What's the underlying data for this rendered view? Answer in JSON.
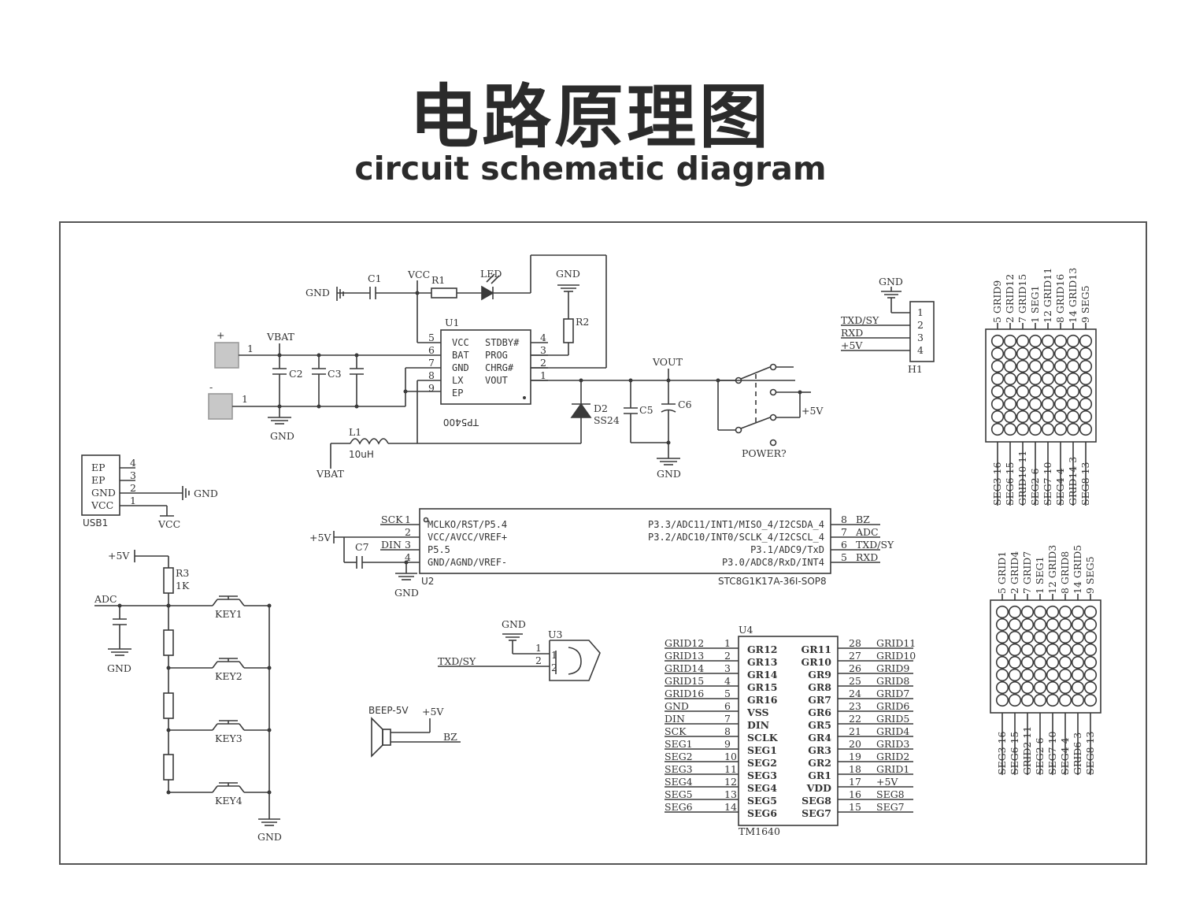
{
  "title": {
    "zh": "电路原理图",
    "en": "circuit schematic diagram"
  },
  "colors": {
    "ink": "#3a3a3a",
    "text": "#2b2b2b",
    "pad": "#c8c8c8"
  },
  "charger": {
    "gnd1": "GND",
    "c1": "C1",
    "vcc": "VCC",
    "r1": "R1",
    "led": "LED",
    "gnd2": "GND",
    "r2": "R2",
    "plus": "+",
    "minus": "-",
    "pin_plus": "1",
    "pin_minus": "1",
    "vbat": "VBAT",
    "c2": "C2",
    "c3": "C3",
    "gnd3": "GND",
    "u1": "U1",
    "u1_part": "TP5400",
    "u1_left_pins": [
      {
        "num": "5",
        "name": "VCC"
      },
      {
        "num": "6",
        "name": "BAT"
      },
      {
        "num": "7",
        "name": "GND"
      },
      {
        "num": "8",
        "name": "LX"
      },
      {
        "num": "9",
        "name": "EP"
      }
    ],
    "u1_right_pins": [
      {
        "num": "4",
        "name": "STDBY#"
      },
      {
        "num": "3",
        "name": "PROG"
      },
      {
        "num": "2",
        "name": "CHRG#"
      },
      {
        "num": "1",
        "name": "VOUT"
      }
    ],
    "l1": "L1",
    "l1_val": "10uH",
    "vbat2": "VBAT",
    "d2": "D2",
    "d2_part": "SS24",
    "vout": "VOUT",
    "c5": "C5",
    "c6": "C6",
    "gnd4": "GND",
    "power": "POWER?",
    "p5v": "+5V"
  },
  "usb": {
    "name": "USB1",
    "pins": [
      {
        "num": "4",
        "name": "EP"
      },
      {
        "num": "3",
        "name": "EP"
      },
      {
        "num": "2",
        "name": "GND"
      },
      {
        "num": "1",
        "name": "VCC"
      }
    ],
    "gnd": "GND",
    "vcc": "VCC"
  },
  "header": {
    "name": "H1",
    "gnd": "GND",
    "labels": [
      "TXD/SY",
      "RXD",
      "+5V"
    ],
    "pins": [
      "1",
      "2",
      "3",
      "4"
    ]
  },
  "mcu": {
    "name": "U2",
    "part": "STC8G1K17A-36I-SOP8",
    "p5v": "+5V",
    "c7": "C7",
    "gnd": "GND",
    "left_nets": [
      "SCK",
      "",
      "DIN",
      ""
    ],
    "left_pins": [
      {
        "num": "1",
        "name": "MCLKO/RST/P5.4"
      },
      {
        "num": "2",
        "name": "VCC/AVCC/VREF+"
      },
      {
        "num": "3",
        "name": "P5.5"
      },
      {
        "num": "4",
        "name": "GND/AGND/VREF-"
      }
    ],
    "right_pins": [
      {
        "num": "8",
        "name": "P3.3/ADC11/INT1/MISO_4/I2CSDA_4",
        "net": "BZ"
      },
      {
        "num": "7",
        "name": "P3.2/ADC10/INT0/SCLK_4/I2CSCL_4",
        "net": "ADC"
      },
      {
        "num": "6",
        "name": "P3.1/ADC9/TxD",
        "net": "TXD/SY"
      },
      {
        "num": "5",
        "name": "P3.0/ADC8/RxD/INT4",
        "net": "RXD"
      }
    ]
  },
  "keys": {
    "p5v": "+5V",
    "r3": "R3",
    "r3_val": "1K",
    "adc": "ADC",
    "gnd1": "GND",
    "gnd2": "GND",
    "labels": [
      "KEY1",
      "KEY2",
      "KEY3",
      "KEY4"
    ]
  },
  "ir": {
    "gnd": "GND",
    "name": "U3",
    "net": "TXD/SY",
    "pins": [
      "1",
      "2"
    ],
    "inner": [
      "1",
      "2"
    ]
  },
  "buzzer": {
    "label": "BEEP-5V",
    "p5v": "+5V",
    "net": "BZ"
  },
  "driver": {
    "name": "U4",
    "part": "TM1640",
    "left": [
      {
        "net": "GRID12",
        "num": "1",
        "pin": "GR12"
      },
      {
        "net": "GRID13",
        "num": "2",
        "pin": "GR13"
      },
      {
        "net": "GRID14",
        "num": "3",
        "pin": "GR14"
      },
      {
        "net": "GRID15",
        "num": "4",
        "pin": "GR15"
      },
      {
        "net": "GRID16",
        "num": "5",
        "pin": "GR16"
      },
      {
        "net": "GND",
        "num": "6",
        "pin": "VSS"
      },
      {
        "net": "DIN",
        "num": "7",
        "pin": "DIN"
      },
      {
        "net": "SCK",
        "num": "8",
        "pin": "SCLK"
      },
      {
        "net": "SEG1",
        "num": "9",
        "pin": "SEG1"
      },
      {
        "net": "SEG2",
        "num": "10",
        "pin": "SEG2"
      },
      {
        "net": "SEG3",
        "num": "11",
        "pin": "SEG3"
      },
      {
        "net": "SEG4",
        "num": "12",
        "pin": "SEG4"
      },
      {
        "net": "SEG5",
        "num": "13",
        "pin": "SEG5"
      },
      {
        "net": "SEG6",
        "num": "14",
        "pin": "SEG6"
      }
    ],
    "right": [
      {
        "net": "GRID11",
        "num": "28",
        "pin": "GR11"
      },
      {
        "net": "GRID10",
        "num": "27",
        "pin": "GR10"
      },
      {
        "net": "GRID9",
        "num": "26",
        "pin": "GR9"
      },
      {
        "net": "GRID8",
        "num": "25",
        "pin": "GR8"
      },
      {
        "net": "GRID7",
        "num": "24",
        "pin": "GR7"
      },
      {
        "net": "GRID6",
        "num": "23",
        "pin": "GR6"
      },
      {
        "net": "GRID5",
        "num": "22",
        "pin": "GR5"
      },
      {
        "net": "GRID4",
        "num": "21",
        "pin": "GR4"
      },
      {
        "net": "GRID3",
        "num": "20",
        "pin": "GR3"
      },
      {
        "net": "GRID2",
        "num": "19",
        "pin": "GR2"
      },
      {
        "net": "GRID1",
        "num": "18",
        "pin": "GR1"
      },
      {
        "net": "+5V",
        "num": "17",
        "pin": "VDD"
      },
      {
        "net": "SEG8",
        "num": "16",
        "pin": "SEG8"
      },
      {
        "net": "SEG7",
        "num": "15",
        "pin": "SEG7"
      }
    ]
  },
  "matrix1": {
    "top": [
      {
        "num": "5",
        "net": "GRID9"
      },
      {
        "num": "2",
        "net": "GRID12"
      },
      {
        "num": "7",
        "net": "GRID15"
      },
      {
        "num": "1",
        "net": "SEG1"
      },
      {
        "num": "12",
        "net": "GRID11"
      },
      {
        "num": "8",
        "net": "GRID16"
      },
      {
        "num": "14",
        "net": "GRID13"
      },
      {
        "num": "9",
        "net": "SEG5"
      }
    ],
    "bottom": [
      {
        "num": "16",
        "net": "SEG3"
      },
      {
        "num": "15",
        "net": "SEG6"
      },
      {
        "num": "11",
        "net": "GRID10"
      },
      {
        "num": "6",
        "net": "SEG2"
      },
      {
        "num": "10",
        "net": "SEG7"
      },
      {
        "num": "4",
        "net": "SEG4"
      },
      {
        "num": "3",
        "net": "GRID14"
      },
      {
        "num": "13",
        "net": "SEG8"
      }
    ]
  },
  "matrix2": {
    "top": [
      {
        "num": "5",
        "net": "GRID1"
      },
      {
        "num": "2",
        "net": "GRID4"
      },
      {
        "num": "7",
        "net": "GRID7"
      },
      {
        "num": "1",
        "net": "SEG1"
      },
      {
        "num": "12",
        "net": "GRID3"
      },
      {
        "num": "8",
        "net": "GRID8"
      },
      {
        "num": "14",
        "net": "GRID5"
      },
      {
        "num": "9",
        "net": "SEG5"
      }
    ],
    "bottom": [
      {
        "num": "16",
        "net": "SEG3"
      },
      {
        "num": "15",
        "net": "SEG6"
      },
      {
        "num": "11",
        "net": "GRID2"
      },
      {
        "num": "6",
        "net": "SEG2"
      },
      {
        "num": "10",
        "net": "SEG7"
      },
      {
        "num": "4",
        "net": "SEG4"
      },
      {
        "num": "3",
        "net": "GRID6"
      },
      {
        "num": "13",
        "net": "SEG8"
      }
    ]
  }
}
